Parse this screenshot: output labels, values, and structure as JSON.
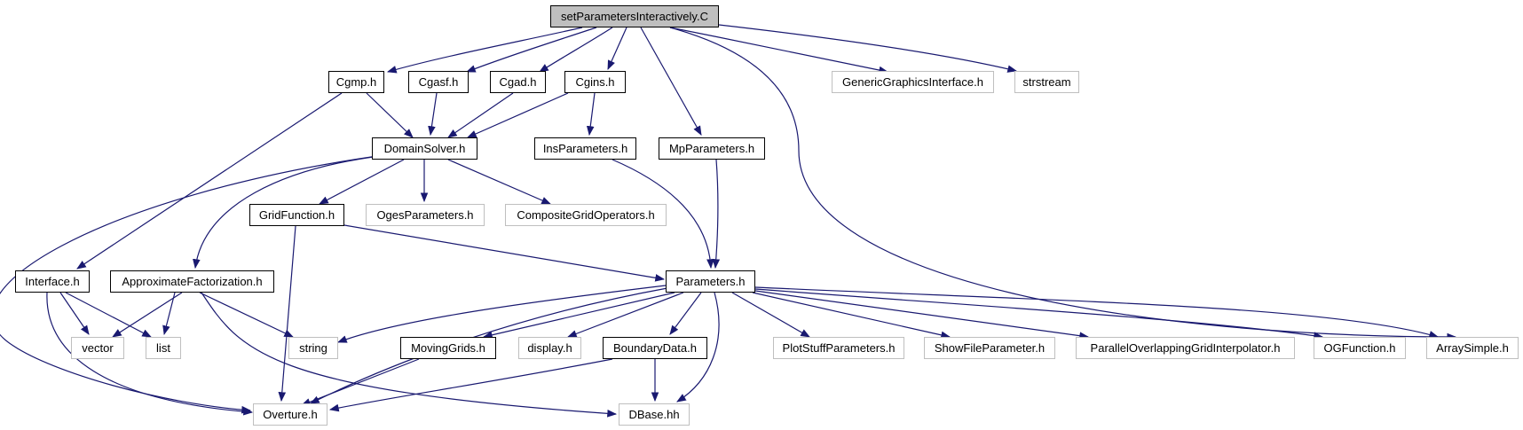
{
  "colors": {
    "edge": "#191970",
    "doc_border": "#000000",
    "ext_border": "#bfbfbf",
    "root_fill": "#bfbfbf"
  },
  "nodes": {
    "root": "setParametersInteractively.C",
    "cgmp": "Cgmp.h",
    "cgasf": "Cgasf.h",
    "cgad": "Cgad.h",
    "cgins": "Cgins.h",
    "ggi": "GenericGraphicsInterface.h",
    "strstream": "strstream",
    "domainsolver": "DomainSolver.h",
    "insparams": "InsParameters.h",
    "mpparams": "MpParameters.h",
    "gridfunction": "GridFunction.h",
    "ogesparams": "OgesParameters.h",
    "cgo": "CompositeGridOperators.h",
    "interface": "Interface.h",
    "approxfact": "ApproximateFactorization.h",
    "parameters": "Parameters.h",
    "vector": "vector",
    "list": "list",
    "string": "string",
    "movinggrids": "MovingGrids.h",
    "display": "display.h",
    "boundarydata": "BoundaryData.h",
    "plotstuff": "PlotStuffParameters.h",
    "showfile": "ShowFileParameter.h",
    "pogi": "ParallelOverlappingGridInterpolator.h",
    "ogfunction": "OGFunction.h",
    "arraysimple": "ArraySimple.h",
    "overture": "Overture.h",
    "dbase": "DBase.hh"
  }
}
